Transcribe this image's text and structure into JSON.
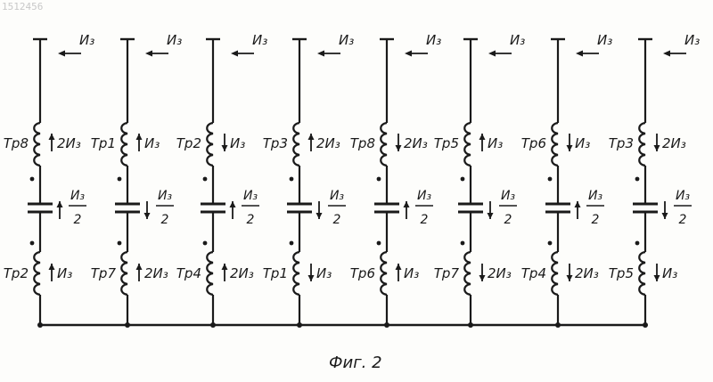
{
  "watermark": "1512456",
  "caption": "Фиг. 2",
  "top_labels": [
    "И₃",
    "И₃",
    "И₃",
    "И₃",
    "И₃",
    "И₃",
    "И₃",
    "И₃"
  ],
  "columns": [
    {
      "upper_transformer": "Тр8",
      "upper_value": "2И₃",
      "upper_arrow": "up",
      "lower_transformer": "Тр2",
      "lower_value": "И₃",
      "lower_arrow": "up",
      "cap_arrow": "up"
    },
    {
      "upper_transformer": "Тр1",
      "upper_value": "И₃",
      "upper_arrow": "up",
      "lower_transformer": "Тр7",
      "lower_value": "2И₃",
      "lower_arrow": "up",
      "cap_arrow": "down"
    },
    {
      "upper_transformer": "Тр2",
      "upper_value": "И₃",
      "upper_arrow": "down",
      "lower_transformer": "Тр4",
      "lower_value": "2И₃",
      "lower_arrow": "up",
      "cap_arrow": "up"
    },
    {
      "upper_transformer": "Тр3",
      "upper_value": "2И₃",
      "upper_arrow": "up",
      "lower_transformer": "Тр1",
      "lower_value": "И₃",
      "lower_arrow": "down",
      "cap_arrow": "down"
    },
    {
      "upper_transformer": "Тр8",
      "upper_value": "2И₃",
      "upper_arrow": "down",
      "lower_transformer": "Тр6",
      "lower_value": "И₃",
      "lower_arrow": "up",
      "cap_arrow": "up"
    },
    {
      "upper_transformer": "Тр5",
      "upper_value": "И₃",
      "upper_arrow": "up",
      "lower_transformer": "Тр7",
      "lower_value": "2И₃",
      "lower_arrow": "down",
      "cap_arrow": "down"
    },
    {
      "upper_transformer": "Тр6",
      "upper_value": "И₃",
      "upper_arrow": "down",
      "lower_transformer": "Тр4",
      "lower_value": "2И₃",
      "lower_arrow": "down",
      "cap_arrow": "up"
    },
    {
      "upper_transformer": "Тр3",
      "upper_value": "2И₃",
      "upper_arrow": "down",
      "lower_transformer": "Тр5",
      "lower_value": "И₃",
      "lower_arrow": "down",
      "cap_arrow": "down"
    }
  ],
  "capacitor_label": {
    "numerator": "И₃",
    "denominator": "2"
  },
  "colors": {
    "ink": "#1a1a1a",
    "paper": "#fdfdfb",
    "watermark": "#c8c8c8"
  }
}
